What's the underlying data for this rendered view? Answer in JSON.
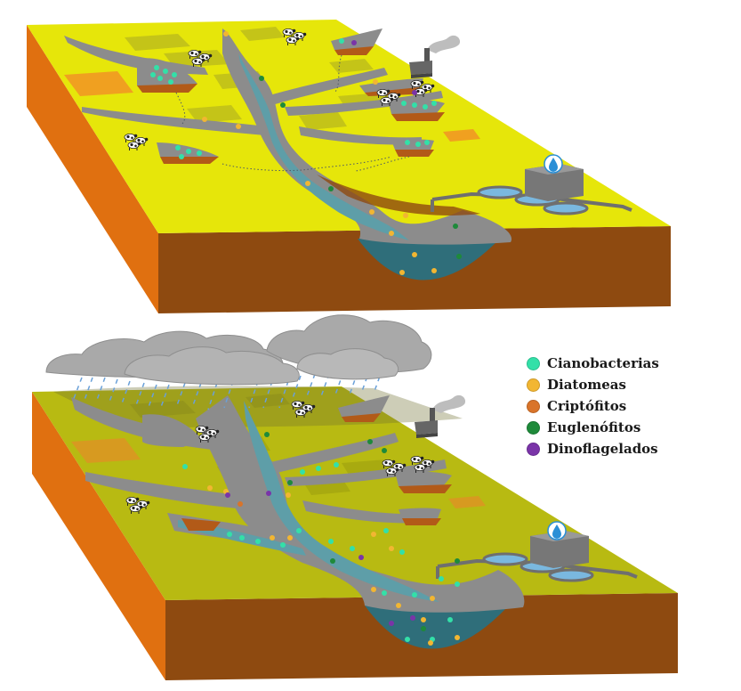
{
  "legend": {
    "items": [
      {
        "label": "Cianobacterias",
        "color": "#33e0a8"
      },
      {
        "label": "Diatomeas",
        "color": "#f2b632"
      },
      {
        "label": "Criptófitos",
        "color": "#d9742a"
      },
      {
        "label": "Euglenófitos",
        "color": "#1e8a3a"
      },
      {
        "label": "Dinoflagelados",
        "color": "#7a34a8"
      }
    ]
  },
  "colors": {
    "land_dry": "#e6e60a",
    "land_rain": "#b8ba12",
    "soil_front": "#8e4a10",
    "soil_side": "#e07010",
    "river": "#8c8c8c",
    "water": "#5e9ea8",
    "reservoir": "#2f6e7a",
    "cloud": "#a9a9a9",
    "rain": "#6aa0d8",
    "plant_building": "#777777",
    "drop_icon": "#2a8fd6"
  },
  "icons": [
    "factory-icon",
    "cow-icon",
    "water-treatment-plant-icon",
    "water-drop-icon",
    "cloud-icon",
    "rain-icon"
  ]
}
